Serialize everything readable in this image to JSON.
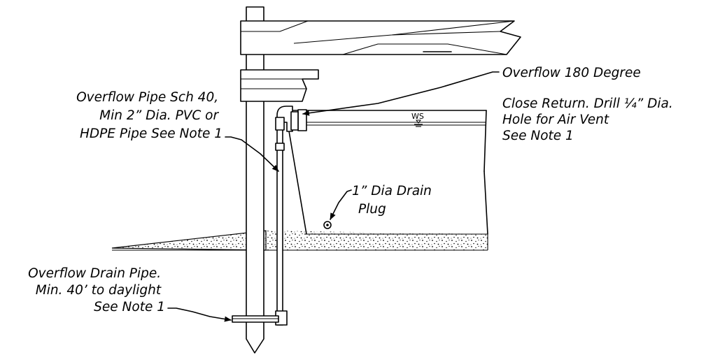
{
  "labels": {
    "overflow_pipe": [
      "Overflow Pipe Sch 40,",
      "Min 2” Dia. PVC or",
      "HDPE Pipe See Note 1"
    ],
    "overflow_return": [
      "Overflow 180 Degree",
      "Close Return. Drill ¼” Dia.",
      "Hole for Air Vent",
      "See Note 1"
    ],
    "drain_plug": [
      "1” Dia Drain",
      "Plug"
    ],
    "drain_pipe": [
      "Overflow Drain Pipe.",
      "Min. 40’ to daylight",
      "See Note 1"
    ],
    "water_surface": "WS"
  }
}
